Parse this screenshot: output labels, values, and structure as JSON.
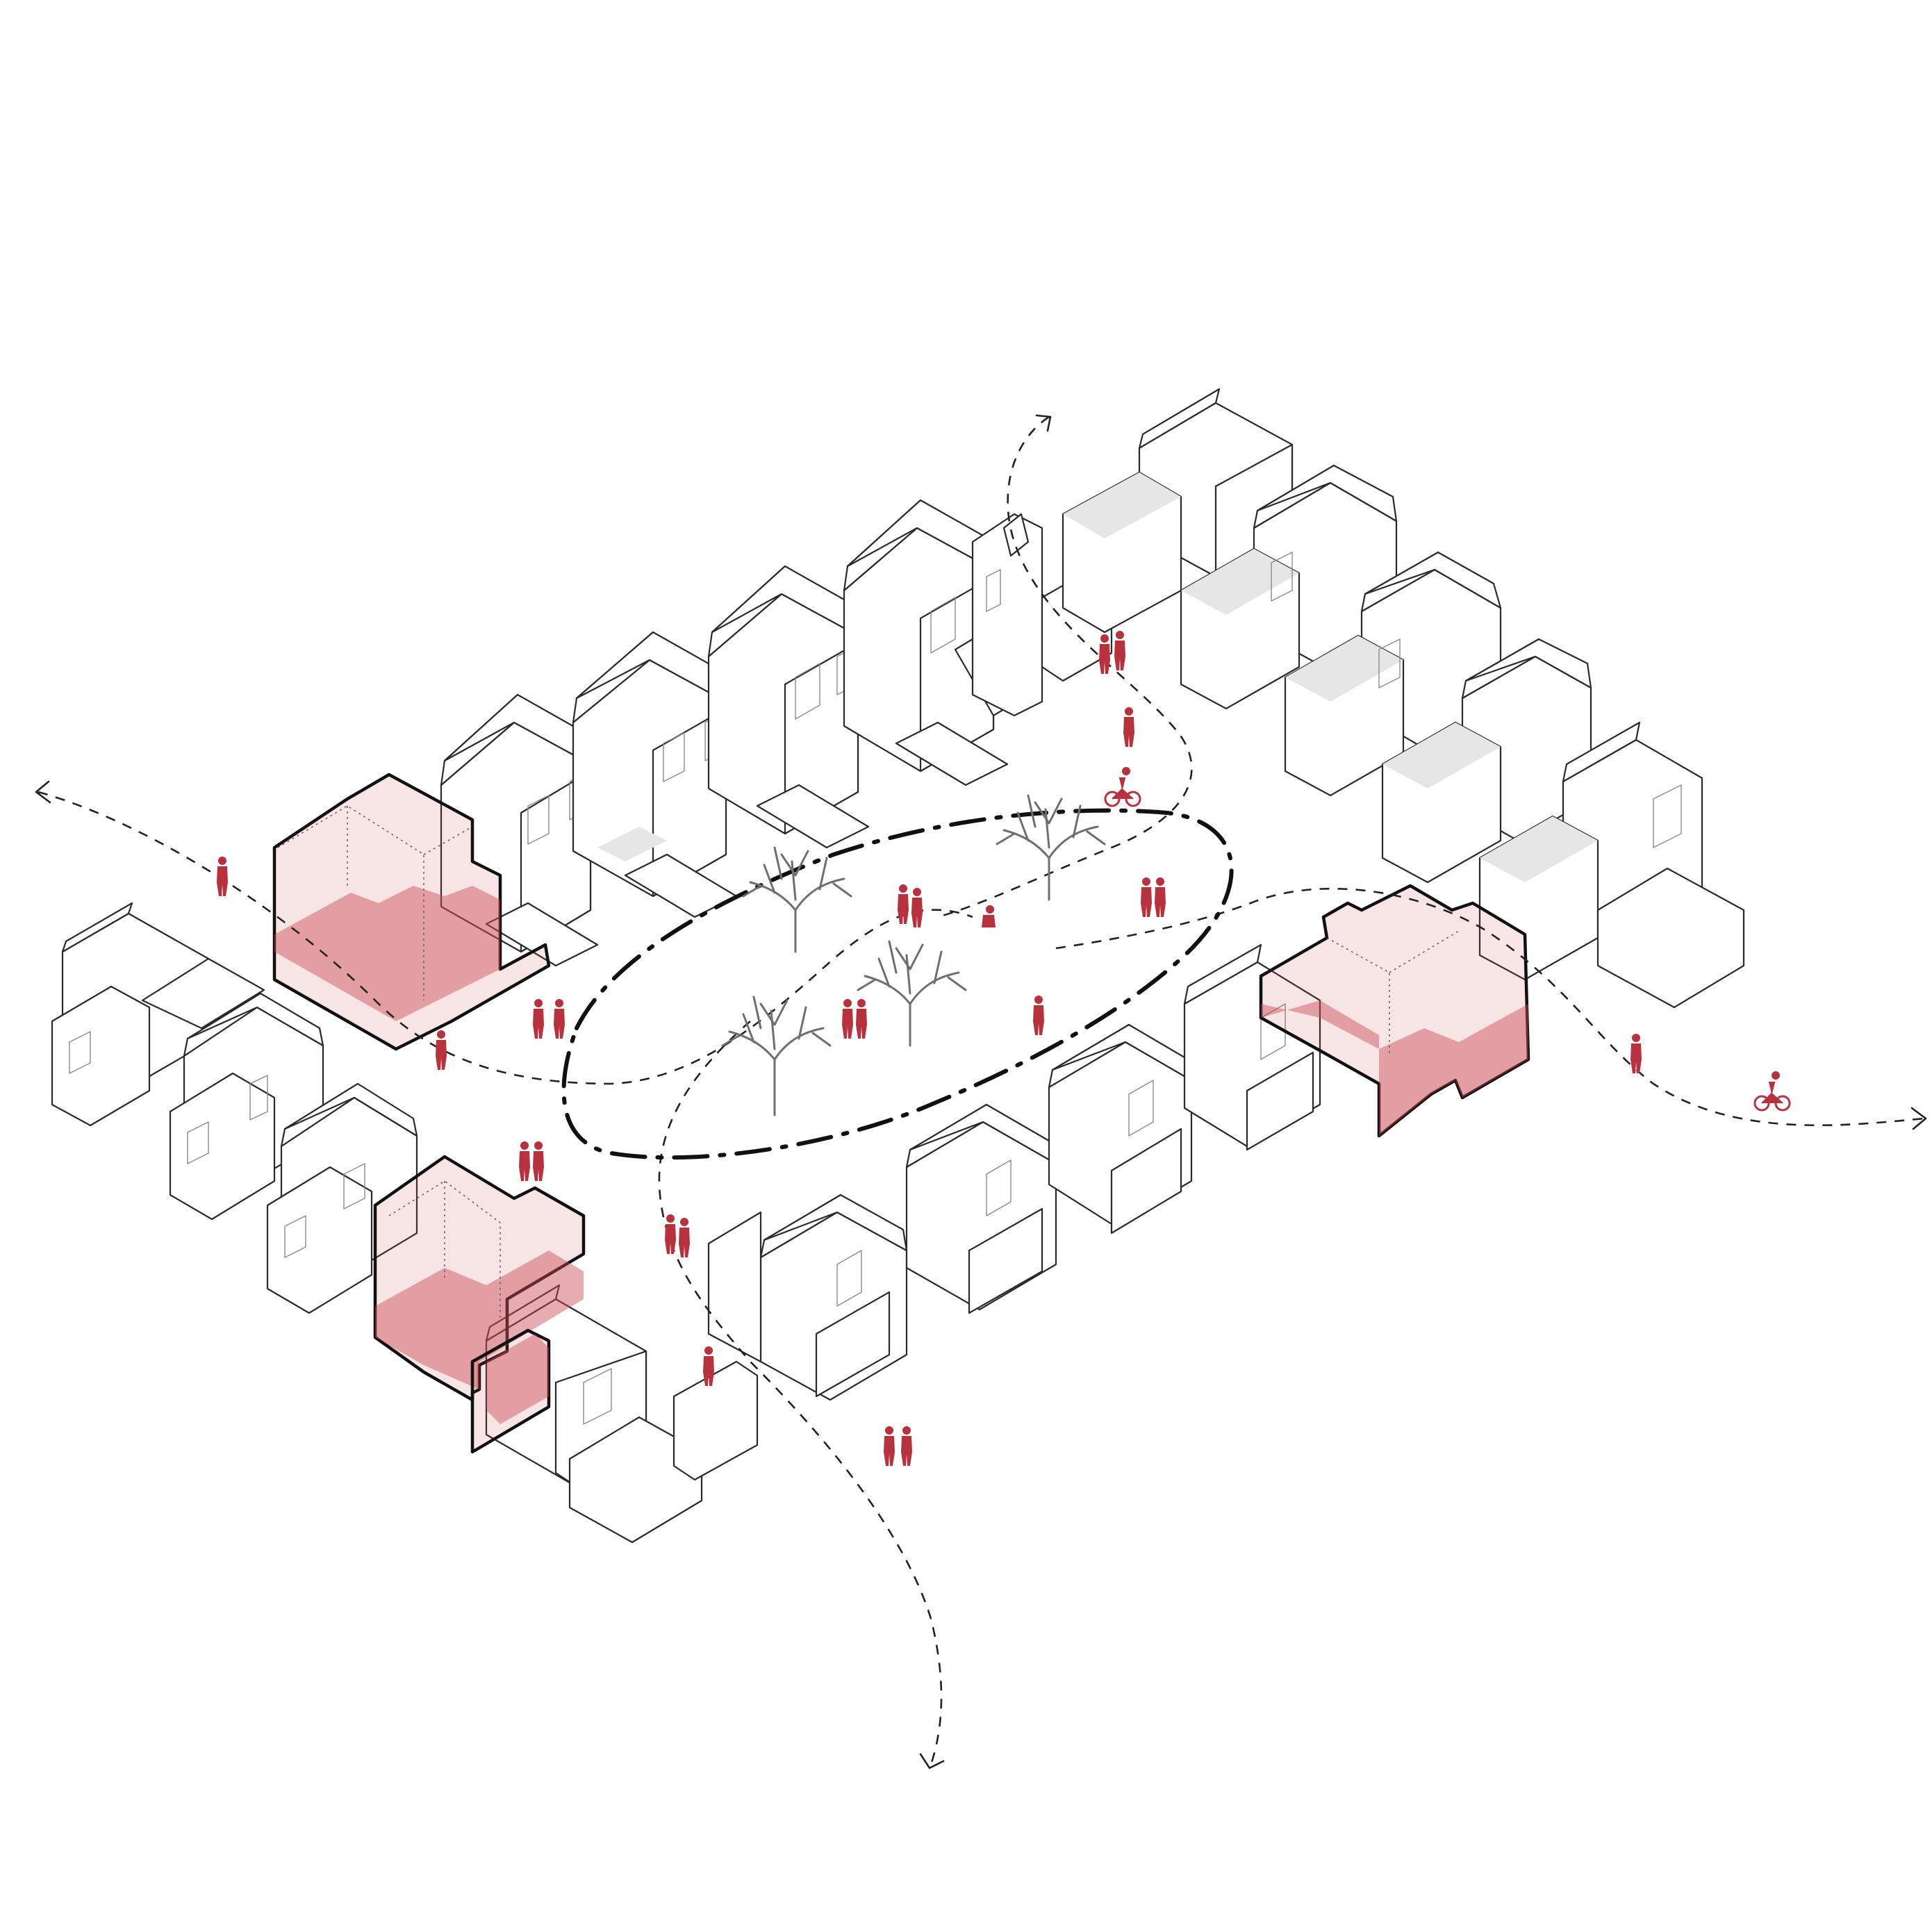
{
  "diagram": {
    "colors": {
      "background": "#ffffff",
      "building_outline": "#2a2a2a",
      "highlight_fill": "#c84650",
      "highlight_outline": "#111111",
      "people": "#b8323d",
      "trees": "#6f6f6f",
      "routes": "#222222"
    },
    "elements": {
      "terraces": [
        "north-terrace",
        "east-terrace",
        "west-terrace",
        "south-terrace"
      ],
      "highlighted_houses": 3,
      "trees": 4,
      "pedestrian_routes": 4,
      "central_loop": 1,
      "people_groups": 20,
      "cyclists": 2
    }
  }
}
